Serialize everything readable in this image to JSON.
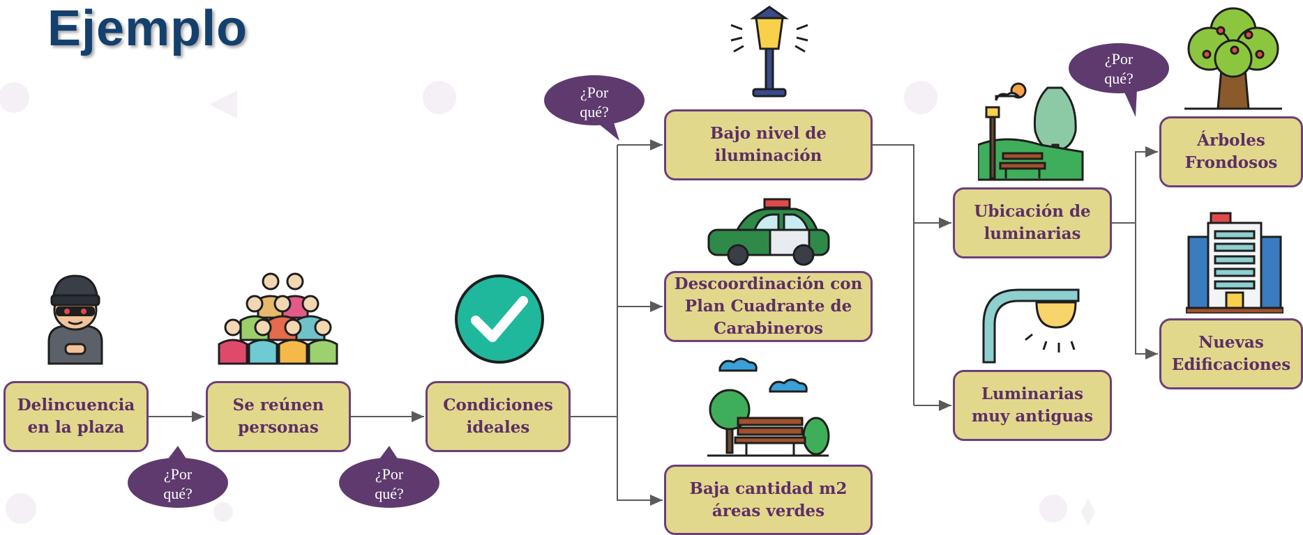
{
  "title": "Ejemplo",
  "colors": {
    "box_fill": "#e2d88c",
    "box_border": "#6c3f7a",
    "box_text": "#5d2f66",
    "bubble": "#5e3a6e",
    "title": "#14406e",
    "connector": "#5a5a5a"
  },
  "nodes": {
    "delincuencia": "Delincuencia\nen la plaza",
    "se_reunen": "Se reúnen\npersonas",
    "condiciones": "Condiciones\nideales",
    "bajo_nivel": "Bajo nivel de\niluminación",
    "descoordinacion": "Descoordinación con\nPlan Cuadrante de\nCarabineros",
    "baja_cantidad": "Baja cantidad m2\náreas verdes",
    "ubicacion": "Ubicación de\nluminarias",
    "luminarias_antiguas": "Luminarias\nmuy antiguas",
    "arboles": "Árboles\nFrondosos",
    "edificaciones": "Nuevas\nEdificaciones"
  },
  "bubbles": {
    "line1": "¿Por",
    "line2": "qué?"
  },
  "icons": [
    "thief-icon",
    "crowd-icon",
    "checkmark-icon",
    "street-lamp-icon",
    "police-car-icon",
    "park-bench-icon",
    "park-lamp-icon",
    "ceiling-light-icon",
    "tree-icon",
    "building-icon"
  ]
}
